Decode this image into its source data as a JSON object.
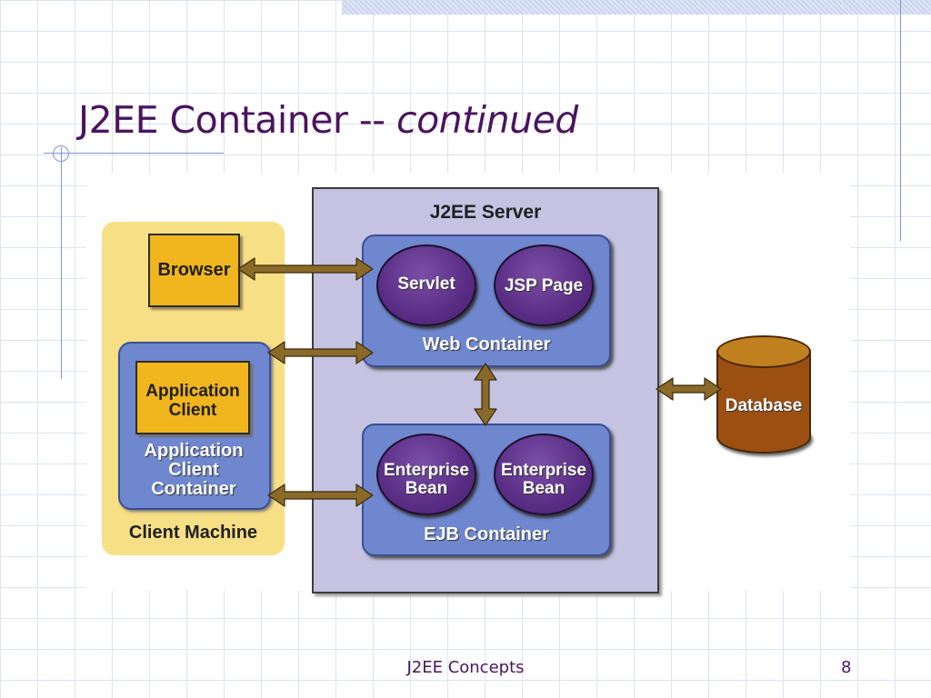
{
  "slide": {
    "title_main": "J2EE Container -- ",
    "title_italic": "continued"
  },
  "diagram": {
    "client_machine_label": "Client Machine",
    "browser_label": "Browser",
    "app_client_label": "Application\nClient",
    "app_client_container_label": "Application\nClient\nContainer",
    "server_label": "J2EE Server",
    "web_container_label": "Web Container",
    "servlet_label": "Servlet",
    "jsp_label": "JSP Page",
    "ejb_container_label": "EJB Container",
    "enterprise_bean_1_label": "Enterprise\nBean",
    "enterprise_bean_2_label": "Enterprise\nBean",
    "database_label": "Database"
  },
  "footer": {
    "center_text": "J2EE Concepts",
    "page_number": "8"
  },
  "colors": {
    "title": "#4b145e",
    "client_machine": "#f7df85",
    "component_box": "#f1b51e",
    "container": "#6f87cf",
    "server": "#c5c2e2",
    "component_ellipse": "#5a2d85",
    "database": "#9b5012",
    "arrow": "#8a6a28"
  }
}
